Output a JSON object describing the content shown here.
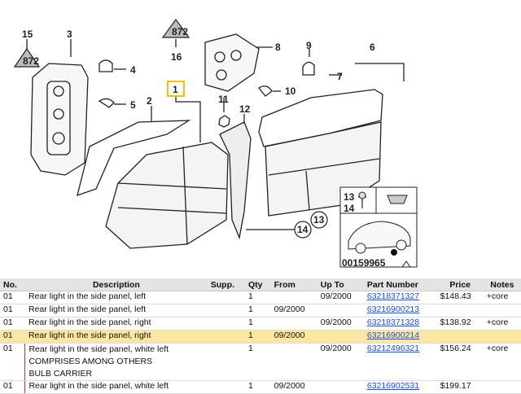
{
  "diagram": {
    "callouts": [
      "15",
      "3",
      "8",
      "9",
      "6",
      "16",
      "4",
      "5",
      "10",
      "7",
      "1",
      "11",
      "12",
      "2",
      "14",
      "13"
    ],
    "footnote_id": "00159965",
    "inset_labels": [
      "13",
      "14"
    ]
  },
  "table": {
    "headers": [
      "No.",
      "Description",
      "Supp.",
      "Qty",
      "From",
      "Up To",
      "Part Number",
      "Price",
      "Notes"
    ],
    "rows": [
      {
        "no": "01",
        "desc": "Rear light in the side panel, left",
        "supp": "",
        "qty": "1",
        "from": "",
        "upto": "09/2000",
        "pn": "63218371327",
        "price": "$148.43",
        "notes": "+core"
      },
      {
        "no": "01",
        "desc": "Rear light in the side panel, left",
        "supp": "",
        "qty": "1",
        "from": "09/2000",
        "upto": "",
        "pn": "63216900213",
        "price": "",
        "notes": ""
      },
      {
        "no": "01",
        "desc": "Rear light in the side panel, right",
        "supp": "",
        "qty": "1",
        "from": "",
        "upto": "09/2000",
        "pn": "63218371328",
        "price": "$138.92",
        "notes": "+core"
      },
      {
        "no": "01",
        "desc": "Rear light in the side panel, right",
        "supp": "",
        "qty": "1",
        "from": "09/2000",
        "upto": "",
        "pn": "63216900214",
        "price": "",
        "notes": ""
      },
      {
        "no": "01",
        "desc": "Rear light in the side panel, white left",
        "extra1": "COMPRISES AMONG OTHERS",
        "extra2": "BULB CARRIER",
        "supp": "",
        "qty": "1",
        "from": "",
        "upto": "09/2000",
        "pn": "63212496321",
        "price": "$156.24",
        "notes": "+core"
      },
      {
        "no": "01",
        "desc": "Rear light in the side panel, white left",
        "supp": "",
        "qty": "1",
        "from": "09/2000",
        "upto": "",
        "pn": "63216902531",
        "price": "$199.17",
        "notes": ""
      }
    ]
  }
}
